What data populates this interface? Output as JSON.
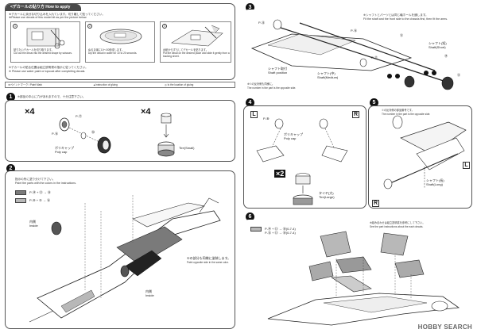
{
  "decals": {
    "title": "<デカールの貼り方 How to apply decals>",
    "note_jp": "★デカールに余分な切り込みを入れています。切り離して貼ってください。",
    "note_en": "★Please use decals of this model kit as per the picture below.",
    "step1_jp": "貼りたいデカールを切り取ります。",
    "step1_en": "Cut out the decal into the desired shape by scissors.",
    "step2_jp": "ぬるま湯に10〜20秒浸します。",
    "step2_en": "Dip the decal in water for 10 to 20 seconds.",
    "step3_jp": "台紙からずらしてデカールを貼ります。",
    "step3_en": "Put the decal on the desired place and slide it gently from a backing sheet.",
    "footer_jp": "※デカールの貼る位置は組立説明書の指示に従ってください。",
    "footer_en": "※ Please use water paint or topcoat after completing decals."
  },
  "legend": {
    "paint": "★ペイントマーク / Paint Mark",
    "glue": "▲Instruction of gluing",
    "location": "◎ Is the location of gluing"
  },
  "step1": {
    "num": "1",
    "title": "※部品の中心に穴があれますので、十分注意下さい。",
    "qty_left": "×4",
    "qty_right": "×4",
    "poly_cap_jp": "ポリキャップ",
    "poly_cap_en": "Poly cap",
    "tire_en": "Tire(Small)",
    "part1": "P-⑰",
    "part2": "P-⑯",
    "part3": "⑳"
  },
  "step2": {
    "num": "2",
    "note_jp": "指示の所に塗り分けて下さい。",
    "note_en": "Paint the parts with the colors in the instructions.",
    "color1": "P-⑭ + ⑬ → ⑱",
    "color2": "P-⑩ + ⑤ → ⑯",
    "inside_jp": "内側",
    "inside_en": "Inside",
    "paint_note_jp": "①の部分も同様に塗装します。",
    "paint_note_en": "Paint opposite side in the same color.",
    "inside2_jp": "内側",
    "inside2_en": "Inside"
  },
  "step3": {
    "num": "3",
    "note_jp": "※シャフトとパーツとは同じ軸ホールを通します。",
    "note_en": "Fit the shaft and the front side to the chassis first, then fit the arms.",
    "shaft_short_jp": "シャフト(短)",
    "shaft_short_en": "Shaft(Short)",
    "shaft_med_jp": "シャフト(中)",
    "shaft_med_en": "Shaft(Medium)",
    "shaft_mount": "シャフト取付",
    "shaft_pos": "Shaft position",
    "opposite_jp": "※①の反対側も同様に。",
    "opposite_en": "The number in the part is the opposite side.",
    "parts": [
      "P-⑮",
      "P-⑯",
      "P-⑰",
      "⑫",
      "⑭",
      "⑬"
    ]
  },
  "step4": {
    "num": "4",
    "l": "L",
    "r": "R",
    "poly_cap_jp": "ポリキャップ",
    "poly_cap_en": "Poly cap",
    "qty": "×2",
    "tire_jp": "タイヤ(大)",
    "tire_en": "Tire(Large)",
    "part": "P-⑧"
  },
  "step5": {
    "num": "5",
    "note_jp": "①の反対側の部品番号です。",
    "note_en": "The number in the part is the opposite side.",
    "shaft_long_jp": "シャフト(長)",
    "shaft_long_en": "Shaft(Long)",
    "l": "L",
    "r": "R"
  },
  "step6": {
    "num": "6",
    "note_jp": "※組み合わせは組立説明書を参考にして下さい。",
    "note_en": "See the part instructions about the each decals.",
    "color1": "P-⑭ + ⑬ → ⑱(0-7-4)",
    "color2": "P-⑮ + ⑬ → ⑱(0-7-4)"
  },
  "watermark": "HOBBY SEARCH",
  "colors": {
    "ink": "#222222",
    "panel_border": "#555555",
    "step_circle": "#111111",
    "grey1": "#7a7a7a",
    "grey2": "#b8b8b8"
  }
}
